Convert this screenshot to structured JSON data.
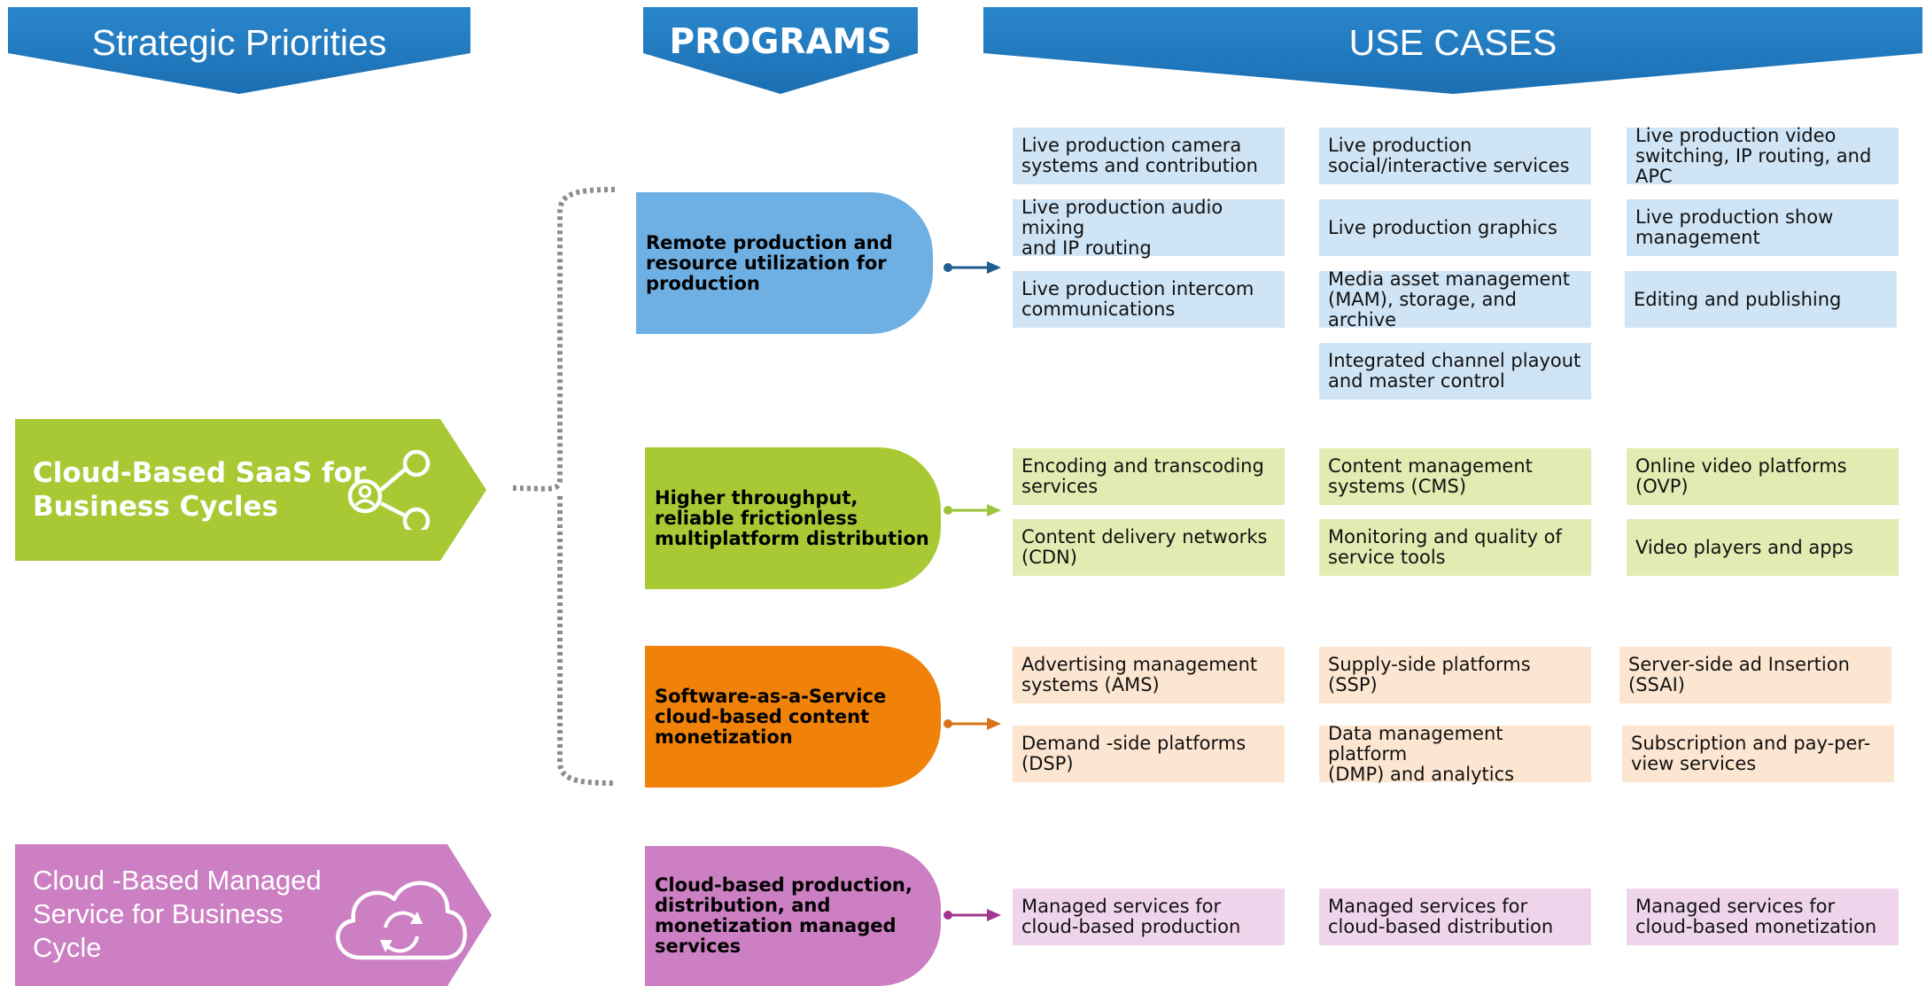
{
  "headers": {
    "strategic_priorities": "Strategic Priorities",
    "programs": "PROGRAMS",
    "use_cases": "USE CASES"
  },
  "colors": {
    "header_blue": "#1f77bd",
    "blue_program": "#6eb0e4",
    "green_program": "#a8c934",
    "orange_program": "#f0820a",
    "pink_program": "#cc7fc2",
    "blue_arrow": "#1f5e8f",
    "green_arrow": "#9bc43a",
    "orange_arrow": "#d8741b",
    "pink_arrow": "#a0368f"
  },
  "priorities": [
    {
      "line1": "Cloud-Based SaaS for",
      "line2": "Business Cycles",
      "icon": "user-share-icon"
    },
    {
      "line1": "Cloud -Based Managed",
      "line2": "Service for Business",
      "line3": "Cycle",
      "icon": "cloud-sync-icon"
    }
  ],
  "programs": [
    {
      "label": "Remote production and resource utilization for production"
    },
    {
      "label": "Higher throughput, reliable frictionless multiplatform distribution"
    },
    {
      "label": "Software-as-a-Service cloud-based content monetization"
    },
    {
      "label": "Cloud-based production, distribution, and monetization managed services"
    }
  ],
  "use_cases": {
    "production": [
      "Live production camera\nsystems and contribution",
      "Live production\nsocial/interactive services",
      "Live production video\nswitching, IP routing, and APC",
      "Live production audio mixing\nand IP routing",
      "Live production graphics",
      "Live production show\nmanagement",
      "Live production intercom\ncommunications",
      "Media asset management\n(MAM), storage, and archive",
      "Editing and publishing",
      "Integrated channel playout\nand master control"
    ],
    "distribution": [
      "Encoding and transcoding\nservices",
      "Content management\nsystems (CMS)",
      "Online video platforms (OVP)",
      "Content delivery networks\n(CDN)",
      "Monitoring and quality of\nservice tools",
      "Video players and apps"
    ],
    "monetization": [
      "Advertising management\nsystems (AMS)",
      "Supply-side platforms (SSP)",
      "Server-side ad Insertion\n(SSAI)",
      "Demand -side platforms (DSP)",
      "Data management platform\n(DMP) and analytics",
      "Subscription and pay-per-\nview services"
    ],
    "managed": [
      "Managed services for\ncloud-based production",
      "Managed services for\ncloud-based distribution",
      "Managed services for\ncloud-based monetization"
    ]
  }
}
